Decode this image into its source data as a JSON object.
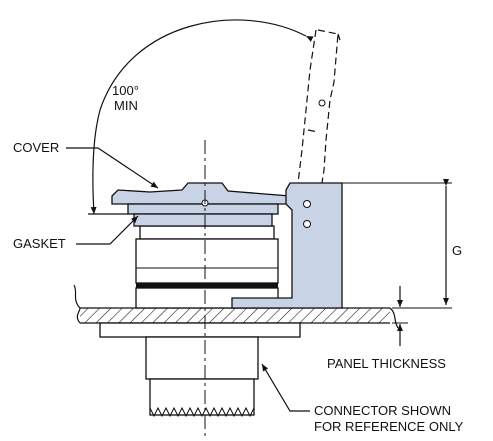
{
  "diagram": {
    "labels": {
      "angle": [
        "100°",
        "MIN"
      ],
      "cover": "COVER",
      "gasket": "GASKET",
      "g": "G",
      "panel_thickness": "PANEL THICKNESS",
      "connector_note": [
        "CONNECTOR SHOWN",
        "FOR REFERENCE ONLY"
      ]
    },
    "colors": {
      "part_fill": "#c9d3e6",
      "line": "#111111",
      "background": "#ffffff"
    }
  }
}
